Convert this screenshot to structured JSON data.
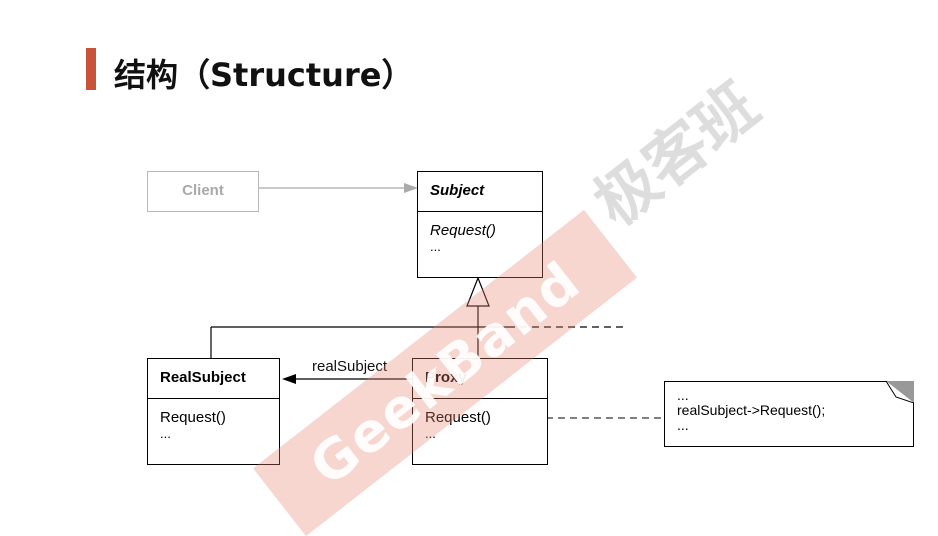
{
  "title": "结构（Structure）",
  "colors": {
    "accent": "#c8523a",
    "client_gray": "#a9a9a9",
    "watermark": "#e6826e"
  },
  "diagram": {
    "client": {
      "name": "Client"
    },
    "subject": {
      "name": "Subject",
      "operation": "Request()",
      "more": "..."
    },
    "real_subject": {
      "name": "RealSubject",
      "operation": "Request()",
      "more": "..."
    },
    "proxy": {
      "name": "Proxy",
      "operation": "Request()",
      "more": "..."
    },
    "association_label": "realSubject",
    "note": {
      "line1": "...",
      "line2": "realSubject->Request();",
      "line3": "..."
    }
  },
  "watermark": {
    "band_text": "GeekBand",
    "cn_text": "极客班"
  }
}
